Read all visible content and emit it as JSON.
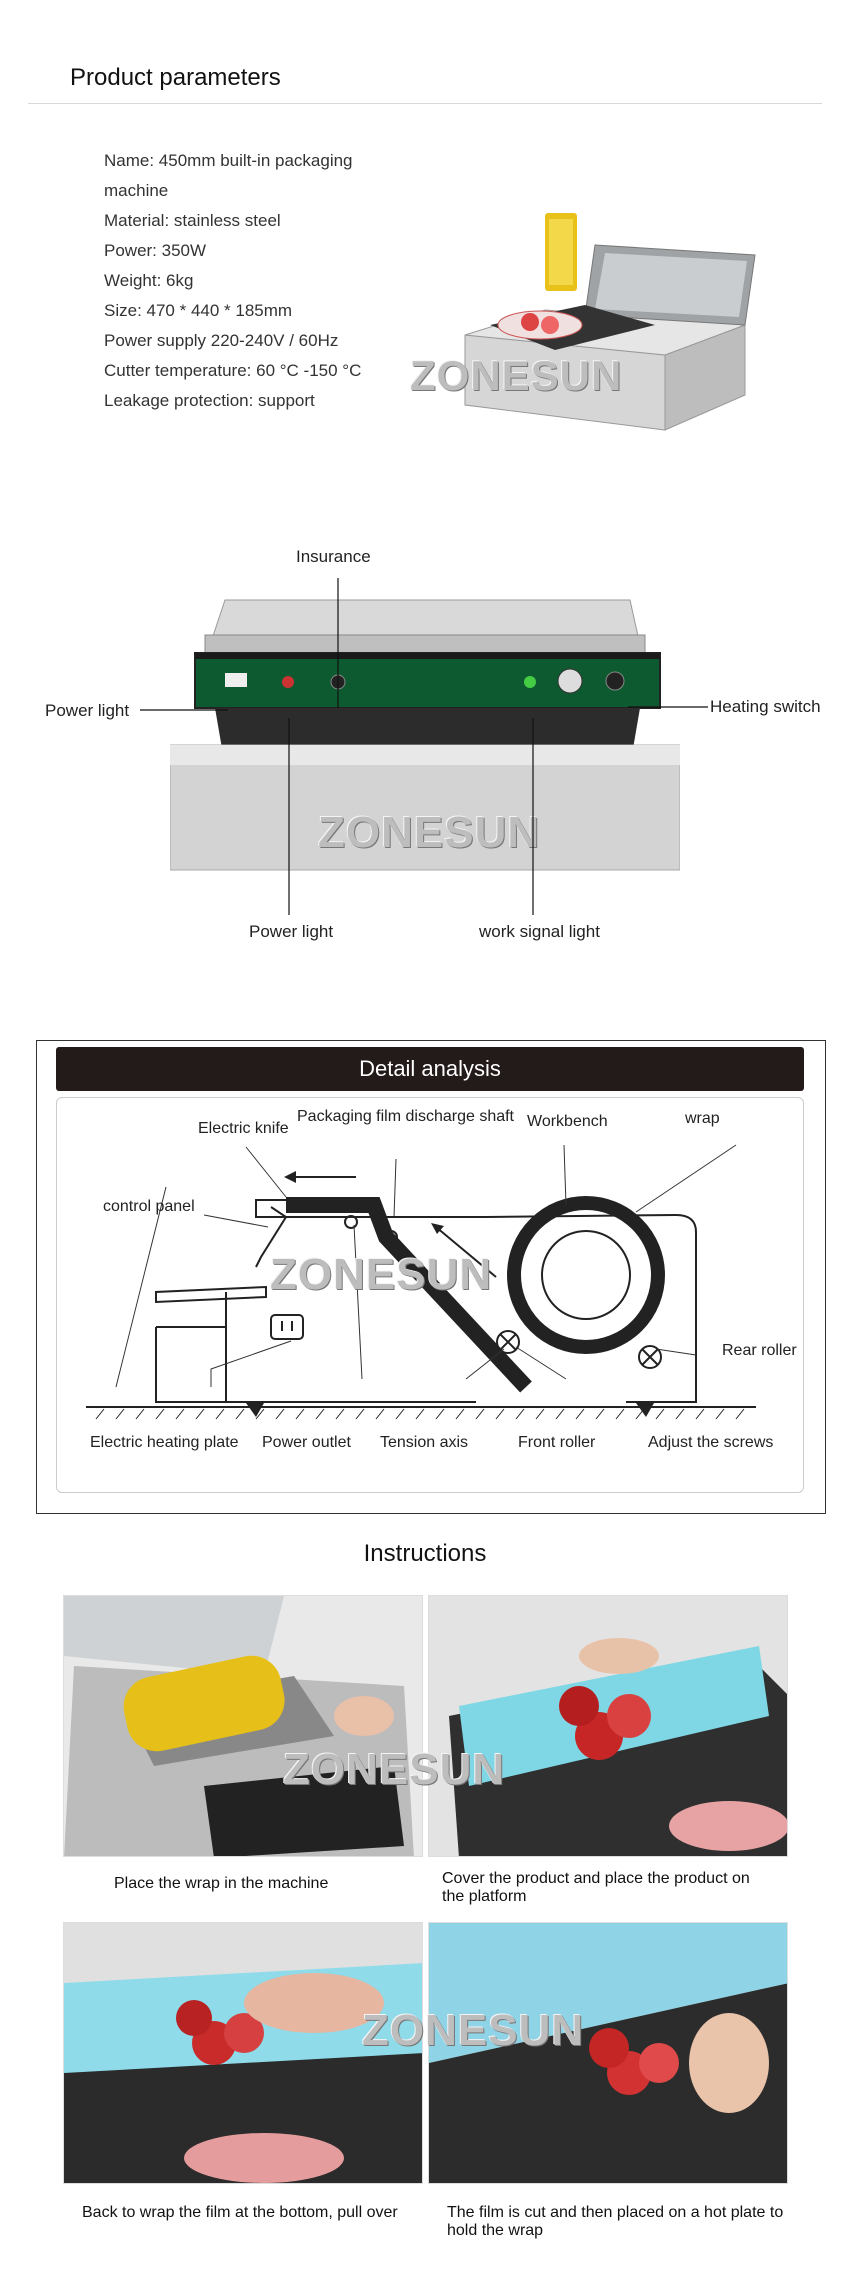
{
  "params": {
    "title": "Product parameters",
    "lines": [
      "Name: 450mm built-in packaging machine",
      "Material: stainless steel",
      "Power: 350W",
      "Weight: 6kg",
      "Size: 470 * 440 * 185mm",
      "Power supply 220-240V / 60Hz",
      "Cutter temperature: 60 °C -150 °C",
      "Leakage protection: support"
    ]
  },
  "watermark": "ZONESUN",
  "panel": {
    "insurance": "Insurance",
    "power_light_left": "Power light",
    "heating_switch": "Heating switch",
    "power_light_bottom": "Power light",
    "work_signal_light": "work signal light"
  },
  "detail": {
    "title": "Detail analysis",
    "electric_knife": "Electric knife",
    "discharge_shaft": "Packaging film discharge shaft",
    "workbench": "Workbench",
    "wrap": "wrap",
    "control_panel": "control panel",
    "rear_roller": "Rear roller",
    "heating_plate": "Electric heating plate",
    "power_outlet": "Power outlet",
    "tension_axis": "Tension axis",
    "front_roller": "Front roller",
    "adjust_screws": "Adjust the screws"
  },
  "instructions": {
    "title": "Instructions",
    "steps": [
      "Place the wrap in the machine",
      "Cover the product and place the product on the platform",
      "Back to wrap the film at the bottom, pull over",
      "The film is cut and then placed on a hot plate to hold the wrap"
    ]
  }
}
